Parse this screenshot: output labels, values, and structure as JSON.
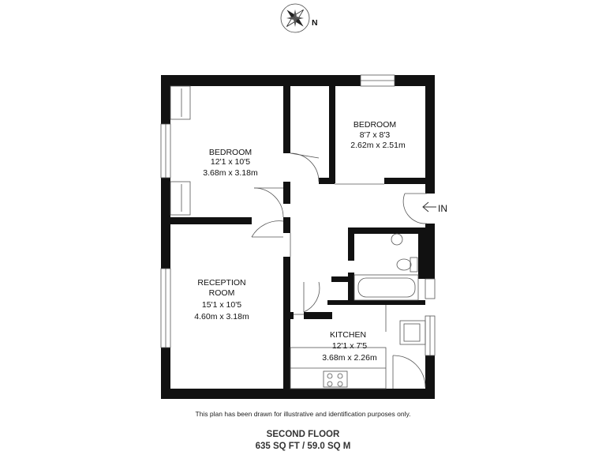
{
  "compass": {
    "north_label": "N",
    "icon": "compass-rose-icon"
  },
  "entrance": {
    "label": "IN",
    "icon": "entrance-arrow-icon"
  },
  "rooms": {
    "bedroom1": {
      "name": "BEDROOM",
      "imperial": "12'1 x 10'5",
      "metric": "3.68m x 3.18m"
    },
    "bedroom2": {
      "name": "BEDROOM",
      "imperial": "8'7 x 8'3",
      "metric": "2.62m x 2.51m"
    },
    "reception": {
      "name_line1": "RECEPTION",
      "name_line2": "ROOM",
      "imperial": "15'1 x 10'5",
      "metric": "4.60m x 3.18m"
    },
    "kitchen": {
      "name": "KITCHEN",
      "imperial": "12'1 x 7'5",
      "metric": "3.68m x 2.26m"
    }
  },
  "disclaimer": "This plan has been drawn for illustrative and identification purposes only.",
  "floor": {
    "name": "SECOND FLOOR",
    "area": "635 SQ FT / 59.0 SQ M"
  },
  "colors": {
    "wall": "#111111",
    "line": "#555555",
    "background": "#ffffff"
  }
}
